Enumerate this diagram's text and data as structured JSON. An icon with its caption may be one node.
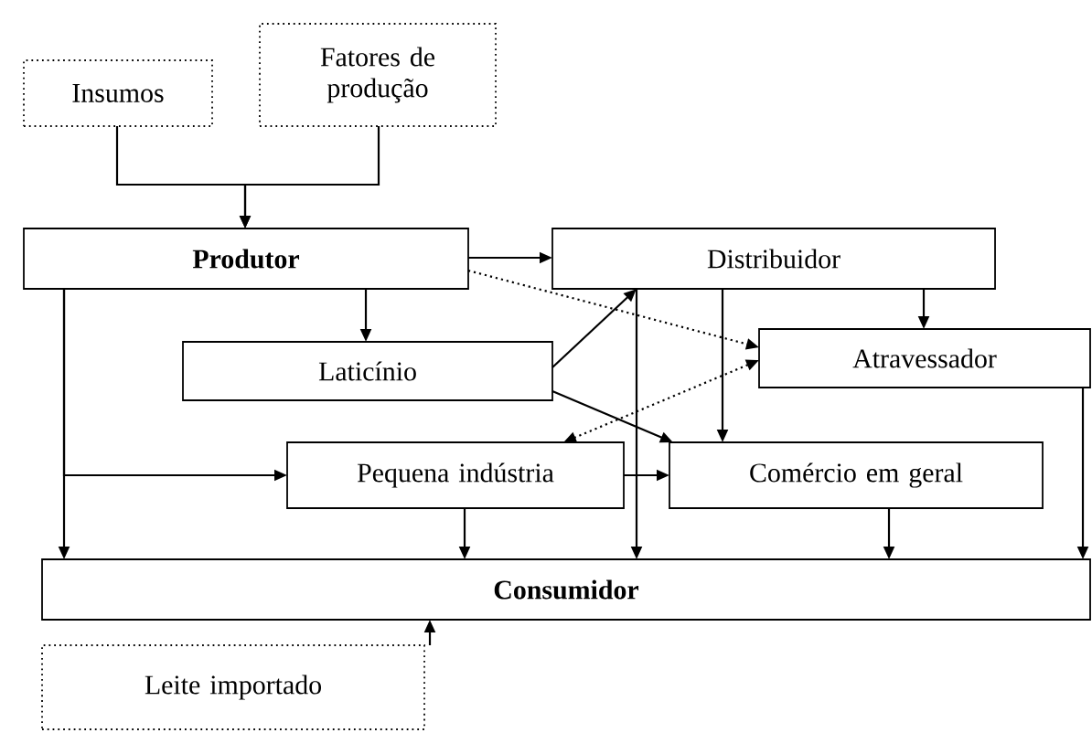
{
  "diagram": {
    "nodes": [
      {
        "text": [
          "Insumos"
        ]
      },
      {
        "text": [
          "Fatores de produção"
        ]
      },
      {
        "text": [
          "Produtor"
        ]
      },
      {
        "text": [
          "Distribuidor"
        ]
      },
      {
        "text": [
          "Laticínio"
        ]
      },
      {
        "text": [
          "Atravessador"
        ]
      },
      {
        "text": [
          "Pequena indústria"
        ]
      },
      {
        "text": [
          "Comércio em geral"
        ]
      },
      {
        "text": [
          "Consumidor"
        ]
      },
      {
        "text": [
          "Leite importado"
        ]
      }
    ],
    "edges": [
      {
        "from": 0,
        "to": 2,
        "arrow": "to"
      },
      {
        "from": 1,
        "to": 2,
        "arrow": "to"
      },
      {
        "from": 2,
        "to": 3,
        "arrow": "to"
      },
      {
        "from": 2,
        "to": 5,
        "arrow": "to",
        "style": "dashed"
      },
      {
        "from": 2,
        "to": 4,
        "arrow": "to"
      },
      {
        "from": 2,
        "to": 8,
        "arrow": "to"
      },
      {
        "from": 2,
        "to": 6,
        "arrow": "to"
      },
      {
        "from": 4,
        "to": 3,
        "arrow": "to"
      },
      {
        "from": 4,
        "to": 7,
        "arrow": "to"
      },
      {
        "from": 5,
        "to": 6,
        "arrow": "both",
        "style": "dashed"
      },
      {
        "from": 3,
        "to": 5,
        "arrow": "to"
      },
      {
        "from": 3,
        "to": 8,
        "arrow": "to"
      },
      {
        "from": 3,
        "to": 7,
        "arrow": "to"
      },
      {
        "from": 6,
        "to": 7,
        "arrow": "to"
      },
      {
        "from": 6,
        "to": 8,
        "arrow": "to"
      },
      {
        "from": 7,
        "to": 8,
        "arrow": "to"
      },
      {
        "from": 5,
        "to": 8,
        "arrow": "to"
      },
      {
        "from": 9,
        "to": 8,
        "arrow": "to"
      }
    ]
  }
}
